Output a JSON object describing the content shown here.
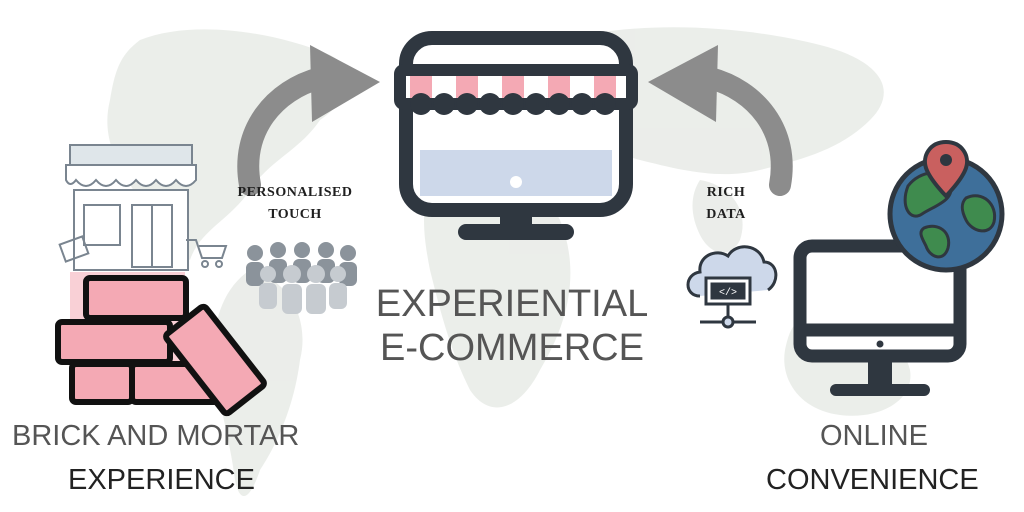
{
  "center": {
    "line1": "EXPERIENTIAL",
    "line2": "E-COMMERCE"
  },
  "left": {
    "line1": "BRICK AND MORTAR",
    "line2": "EXPERIENCE",
    "arrow_caption_line1": "PERSONALISED",
    "arrow_caption_line2": "TOUCH"
  },
  "right": {
    "line1": "ONLINE",
    "line2": "CONVENIENCE",
    "arrow_caption_line1": "RICH",
    "arrow_caption_line2": "DATA"
  },
  "colors": {
    "pink": "#f4a9b4",
    "pink_dark": "#e26a7d",
    "outline": "#2f3740",
    "screen_blue": "#cdd8ea",
    "arrow_gray": "#8c8c8c",
    "map_gray": "#e9ece8",
    "people_gray": "#8b939b",
    "globe_green": "#3f8b4e",
    "globe_blue": "#3e6f9a",
    "pin_red": "#c9605f"
  },
  "icons": {
    "world_map": "world-map-icon",
    "storefront": "storefront-icon",
    "bricks": "bricks-icon",
    "people": "people-group-icon",
    "center_store_monitor": "store-monitor-icon",
    "cloud_data": "cloud-code-icon",
    "online_monitor": "desktop-monitor-icon",
    "globe_pin": "globe-pin-icon"
  }
}
